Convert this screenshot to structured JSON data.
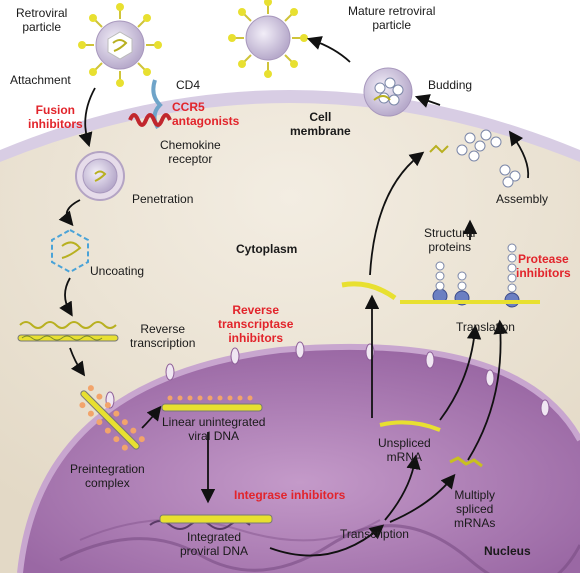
{
  "labels": {
    "retroviral_particle": "Retroviral\nparticle",
    "attachment": "Attachment",
    "fusion_inhibitors": "Fusion\ninhibitors",
    "cd4": "CD4",
    "ccr5": "CCR5\nantagonists",
    "chemokine": "Chemokine\nreceptor",
    "penetration": "Penetration",
    "uncoating": "Uncoating",
    "reverse_transcription": "Reverse\ntranscription",
    "rt_inhibitors": "Reverse\ntranscriptase\ninhibitors",
    "cytoplasm": "Cytoplasm",
    "cell_membrane": "Cell\nmembrane",
    "mature_particle": "Mature retroviral\nparticle",
    "budding": "Budding",
    "assembly": "Assembly",
    "structural_proteins": "Structural\nproteins",
    "protease_inhibitors": "Protease\ninhibitors",
    "translation": "Translation",
    "preintegration": "Preintegration\ncomplex",
    "linear_dna": "Linear unintegrated\nviral DNA",
    "integrase_inhibitors": "Integrase inhibitors",
    "integrated_dna": "Integrated\nproviral DNA",
    "transcription": "Transcription",
    "unspliced": "Unspliced\nmRNA",
    "multiply_spliced": "Multiply\nspliced\nmRNAs",
    "nucleus": "Nucleus"
  },
  "colors": {
    "cytoplasm": "#ede4d3",
    "nucleus": "#a878b0",
    "membrane": "#c9b8d9",
    "drug_red": "#e2242b",
    "virus_yellow": "#e8e030"
  }
}
